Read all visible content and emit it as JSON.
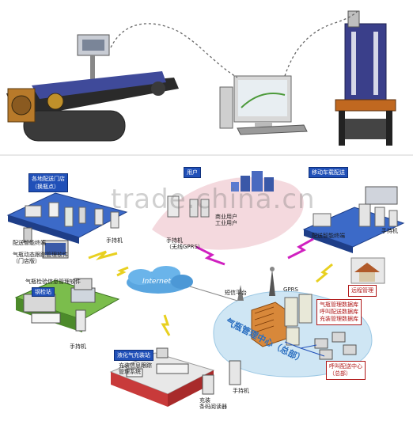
{
  "labels": {
    "store_tag": "各地配送门店\n（换瓶点）",
    "user_tag": "用户",
    "mobile_tag": "移动车载配送",
    "store_terminal": "配送智能终端",
    "store_software": "气瓶动态跟踪管理软件\n（门店版）",
    "store_handheld": "手持机",
    "user_handheld": "手持机\n（无线GPRS）",
    "user_types": "商业用户\n工业用户",
    "mobile_terminal": "配送智能终端",
    "mobile_handheld": "手持机",
    "plant_software": "气瓶检验信息管理软件",
    "plant_tag": "钢检站",
    "plant_handheld": "手持机",
    "internet": "Internet",
    "sms": "短信平台",
    "gprs": "GPRS",
    "center_text": "气瓶管理中心（总部）",
    "remote": "远程管理",
    "db_list": "气瓶管理数据库\n呼叫配送数据库\n充装管理数据库",
    "call_center": "呼叫配送中心\n（总部）",
    "filling_tag": "液化气充装站",
    "filling_software": "充装信息跟踪\n管理系统",
    "filling_handheld": "手持机",
    "filling_reader": "充装\n条码阅读器",
    "watermark": "trade.china.cn"
  },
  "colors": {
    "accent_blue": "#2050b8",
    "accent_red": "#b01818",
    "cloud": "#5aa6e0",
    "lightning": "#e8d020",
    "magenta": "#d020c0"
  },
  "icons": [
    "conveyor-machine-icon",
    "scale-machine-icon",
    "computer-icon",
    "building-icon",
    "cloud-icon",
    "lightning-icon",
    "antenna-icon",
    "server-icon",
    "firewall-icon",
    "house-icon"
  ]
}
